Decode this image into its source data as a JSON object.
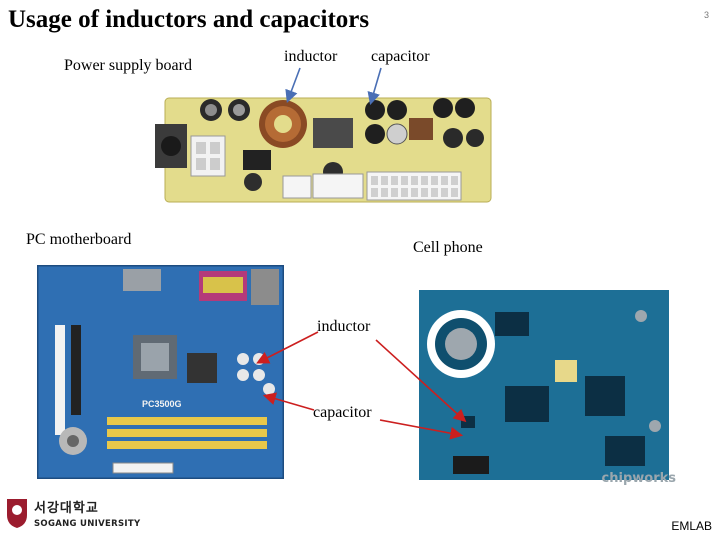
{
  "slide": {
    "title": "Usage of inductors and capacitors",
    "page_number": "3",
    "footer": "EMLAB"
  },
  "labels": {
    "power_supply": "Power supply board",
    "inductor_top": "inductor",
    "capacitor_top": "capacitor",
    "pc_motherboard": "PC motherboard",
    "cell_phone": "Cell phone",
    "inductor_mid": "inductor",
    "capacitor_mid": "capacitor"
  },
  "board_markings": {
    "motherboard_chip": "PC3500G",
    "watermark": "chipworks"
  },
  "university": {
    "name_kr": "서강대학교",
    "name_en": "SOGANG UNIVERSITY"
  },
  "colors": {
    "arrow_blue": "#4a6fb5",
    "arrow_red": "#cc1f1f",
    "psu_board": "#e3dc8c",
    "motherboard": "#2f6fb3",
    "phone_pcb": "#1d6f96"
  }
}
